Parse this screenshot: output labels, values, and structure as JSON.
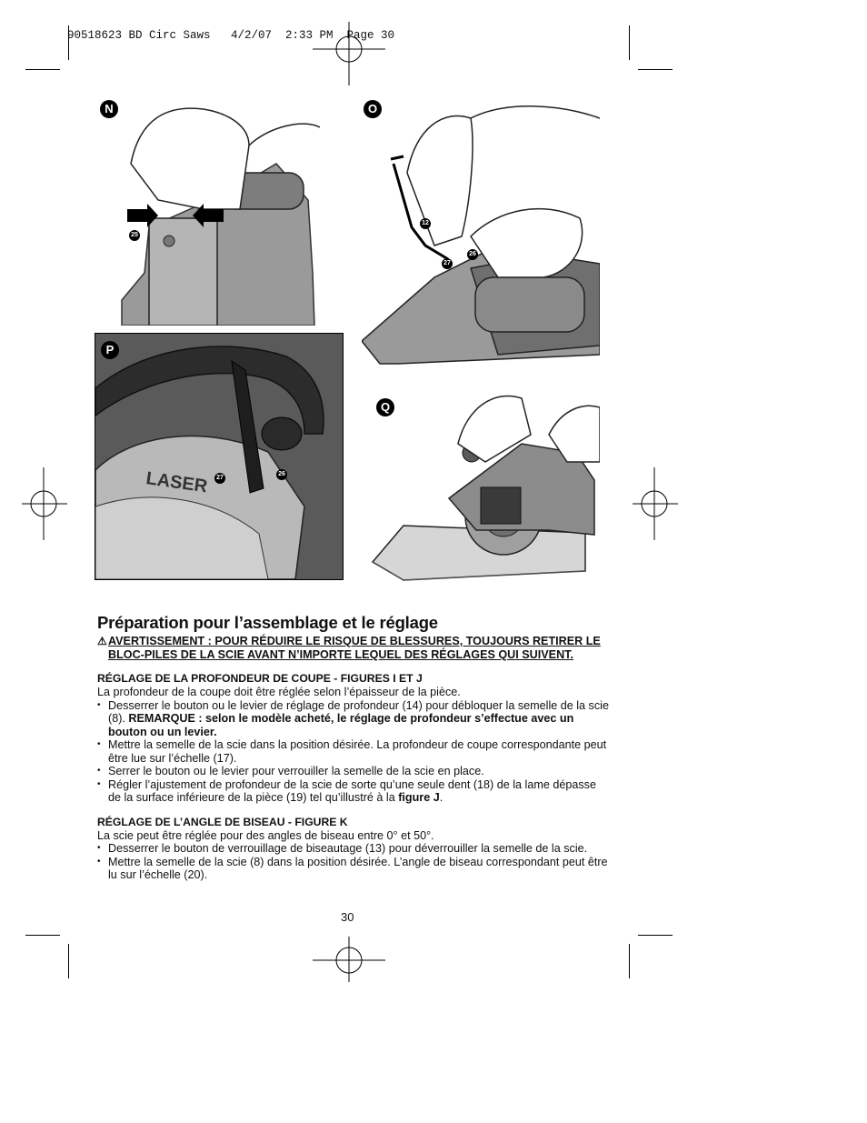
{
  "slug": "90518623 BD Circ Saws   4/2/07  2:33 PM  Page 30",
  "figures": {
    "n": {
      "label": "N",
      "callouts": [
        "25"
      ]
    },
    "o": {
      "label": "O",
      "callouts": [
        "12",
        "26",
        "27"
      ]
    },
    "p": {
      "label": "P",
      "callouts": [
        "27",
        "26"
      ],
      "brand": "LASER"
    },
    "q": {
      "label": "Q"
    }
  },
  "section": {
    "title": "Préparation pour l’assemblage et le réglage",
    "warning_symbol": "⚠",
    "warning": "AVERTISSEMENT : POUR RÉDUIRE LE RISQUE DE BLESSURES, TOUJOURS RETIRER LE BLOC-PILES DE LA SCIE AVANT N’IMPORTE LEQUEL DES RÉGLAGES QUI SUIVENT.",
    "depth": {
      "heading": "RÉGLAGE DE LA PROFONDEUR DE COUPE - FIGURES I ET J",
      "intro": "La profondeur de la coupe doit être réglée selon l’épaisseur de la pièce.",
      "b1_text": "Desserrer le bouton ou le levier de réglage de profondeur (14) pour débloquer la semelle de la scie (8). ",
      "b1_bold": "REMARQUE : selon le modèle acheté, le réglage de profondeur s’effectue avec un bouton ou un levier.",
      "b2": "Mettre la semelle de la scie dans la position désirée. La profondeur de coupe correspondante peut être lue sur l’échelle (17).",
      "b3": "Serrer le bouton ou le levier pour verrouiller la semelle de la scie en place.",
      "b4_text": "Régler l’ajustement de profondeur de la scie de sorte qu’une seule dent (18) de la lame dépasse de la surface inférieure de la pièce (19) tel qu’illustré à la ",
      "b4_bold": "figure J",
      "b4_end": "."
    },
    "bevel": {
      "heading": "RÉGLAGE DE L’ANGLE DE BISEAU - FIGURE K",
      "intro": "La scie peut être réglée pour des angles de biseau entre 0° et 50°.",
      "b1": "Desserrer le bouton de verrouillage de biseautage (13) pour déverrouiller la semelle de la scie.",
      "b2": "Mettre la semelle de la scie (8) dans la position désirée. L’angle de biseau correspondant peut être lu sur l’échelle (20)."
    }
  },
  "page_number": "30"
}
